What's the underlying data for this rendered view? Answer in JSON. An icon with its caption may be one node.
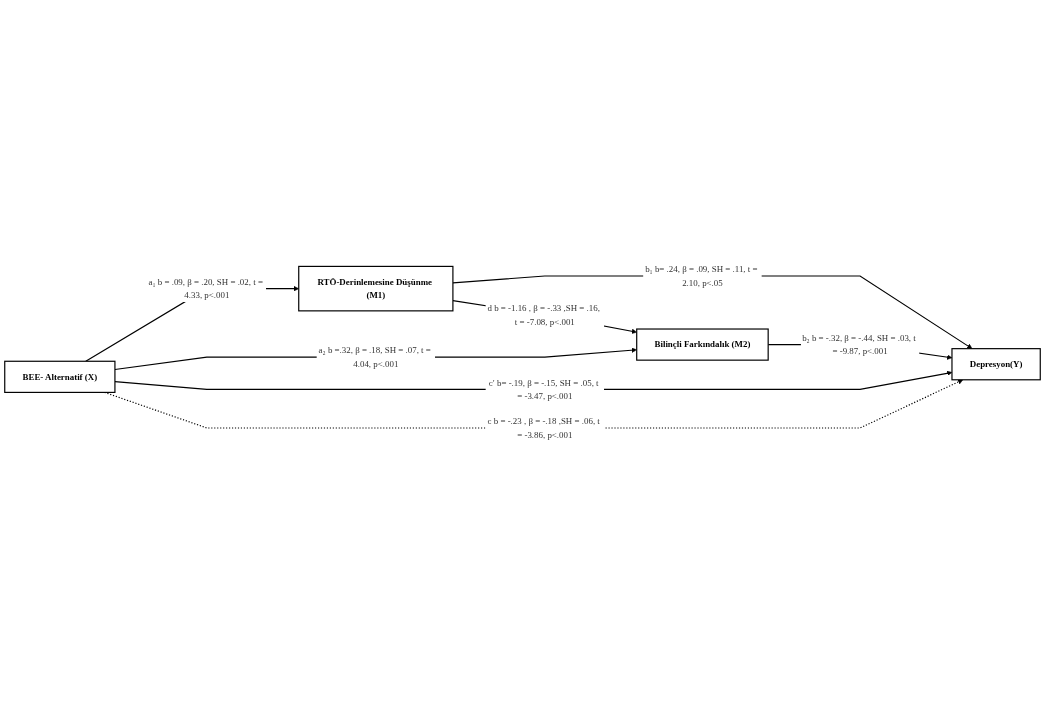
{
  "diagram": {
    "nodes": [
      {
        "text": [
          "RTÖ-Derinlemesine Düşünme (M1)"
        ]
      },
      {
        "text": [
          "Bilinçli Farkındalık (M2)"
        ]
      },
      {
        "text": [
          "BEE- Alternatif (X)"
        ]
      },
      {
        "text": [
          "Depresyon(Y)"
        ]
      }
    ],
    "edges": [
      {
        "from": 0,
        "to": 1,
        "arrow": "to",
        "label": "d b = -1.16 , β = -.33 ,SH = .16, t = -7.08, p<.001"
      },
      {
        "from": 2,
        "to": 0,
        "arrow": "to",
        "label": "a₁ b = .09, β = .20, SH = .02, t = 4.33, p<.001"
      },
      {
        "from": 2,
        "to": 1,
        "arrow": "to",
        "label": "a₂ b =.32, β = .18, SH = .07, t = 4.04, p<.001"
      },
      {
        "from": 0,
        "to": 3,
        "arrow": "to",
        "label": "b₁ b= .24, β = .09, SH = .11, t = 2.10, p<.05"
      },
      {
        "from": 1,
        "to": 3,
        "arrow": "to",
        "label": "b₂ b = -.32, β = -.44, SH = .03, t = -9.87, p<.001"
      },
      {
        "from": 2,
        "to": 3,
        "arrow": "to",
        "label": "c′ b= -.19, β = -.15, SH = .05, t = -3.47, p<.001"
      },
      {
        "from": 2,
        "to": 3,
        "arrow": "to",
        "style": "dashed",
        "label": "c b = -.23 , β = -.18 ,SH = .06, t = -3.86, p<.001"
      }
    ]
  }
}
